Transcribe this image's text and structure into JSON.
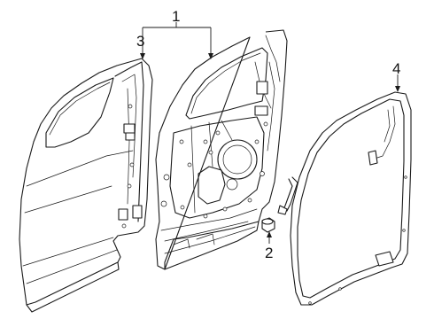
{
  "diagram": {
    "callouts": [
      {
        "id": "1",
        "label": "1"
      },
      {
        "id": "2",
        "label": "2"
      },
      {
        "id": "3",
        "label": "3"
      },
      {
        "id": "4",
        "label": "4"
      }
    ],
    "parts": [
      {
        "id": "outer-door-panel",
        "callout": "3"
      },
      {
        "id": "door-shell-inner-frame",
        "callout": "1"
      },
      {
        "id": "small-plug",
        "callout": "2"
      },
      {
        "id": "weatherstrip-seal",
        "callout": "4"
      }
    ]
  }
}
